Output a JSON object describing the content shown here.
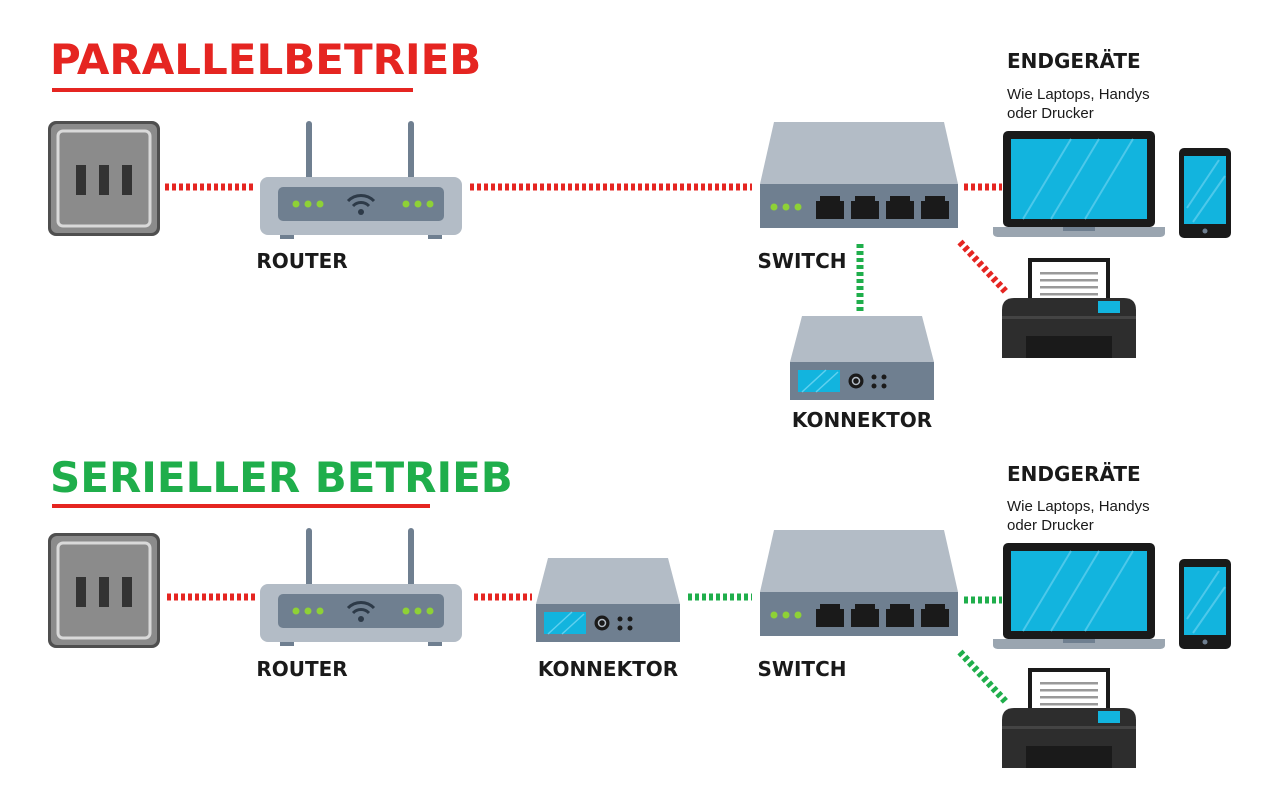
{
  "colors": {
    "parallel": "#e52521",
    "serial": "#1fae4b",
    "device_body": "#b3bcc6",
    "device_face": "#6f7f90",
    "led": "#8ed136",
    "screen": "#12b4de",
    "dark": "#2d2d2d"
  },
  "parallel": {
    "title": "PARALLELBETRIEB",
    "router_label": "ROUTER",
    "switch_label": "SWITCH",
    "konnektor_label": "KONNEKTOR",
    "endgeraete_title": "ENDGERÄTE",
    "endgeraete_line1": "Wie Laptops, Handys",
    "endgeraete_line2": "oder Drucker"
  },
  "serial": {
    "title": "SERIELLER BETRIEB",
    "router_label": "ROUTER",
    "konnektor_label": "KONNEKTOR",
    "switch_label": "SWITCH",
    "endgeraete_title": "ENDGERÄTE",
    "endgeraete_line1": "Wie Laptops, Handys",
    "endgeraete_line2": "oder Drucker"
  },
  "icons": [
    "power-socket-icon",
    "router-icon",
    "wifi-icon",
    "switch-icon",
    "konnektor-icon",
    "laptop-icon",
    "phone-icon",
    "printer-icon"
  ]
}
